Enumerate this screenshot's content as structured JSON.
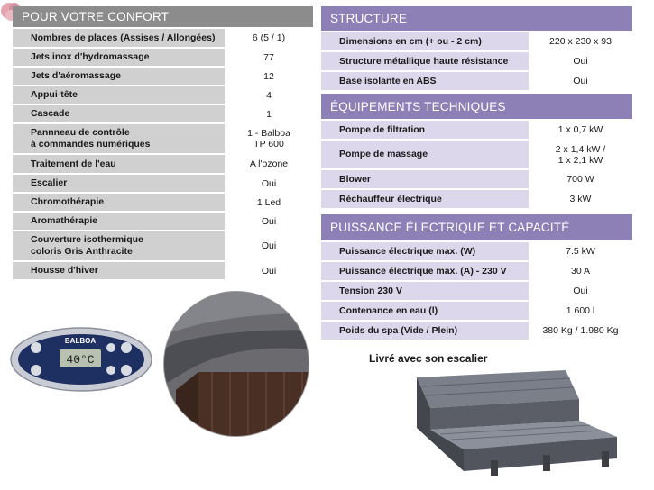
{
  "left_table": {
    "title": "POUR VOTRE CONFORT",
    "rows": [
      {
        "label": "Nombres de places (Assises / Allongées)",
        "value": "6 (5 / 1)"
      },
      {
        "label": "Jets inox d'hydromassage",
        "value": "77"
      },
      {
        "label": "Jets d'aéromassage",
        "value": "12"
      },
      {
        "label": "Appui-tête",
        "value": "4"
      },
      {
        "label": "Cascade",
        "value": "1"
      },
      {
        "label": "Pannneau de contrôle\nà commandes numériques",
        "value": "1 - Balboa\nTP 600"
      },
      {
        "label": "Traitement de l'eau",
        "value": "A l'ozone"
      },
      {
        "label": "Escalier",
        "value": "Oui"
      },
      {
        "label": "Chromothérapie",
        "value": "1 Led"
      },
      {
        "label": "Aromathérapie",
        "value": "Oui"
      },
      {
        "label": "Couverture isothermique\ncoloris Gris Anthracite",
        "value": "Oui"
      },
      {
        "label": "Housse d'hiver",
        "value": "Oui"
      }
    ]
  },
  "structure_table": {
    "title": "STRUCTURE",
    "rows": [
      {
        "label": "Dimensions en cm (+ ou - 2 cm)",
        "value": "220 x 230 x 93"
      },
      {
        "label": "Structure métallique haute résistance",
        "value": "Oui"
      },
      {
        "label": "Base isolante en ABS",
        "value": "Oui"
      }
    ]
  },
  "equipment_table": {
    "title": "ÉQUIPEMENTS TECHNIQUES",
    "rows": [
      {
        "label": "Pompe de filtration",
        "value": "1 x 0,7 kW"
      },
      {
        "label": "Pompe de massage",
        "value": "2 x 1,4 kW /\n1 x 2,1 kW"
      },
      {
        "label": "Blower",
        "value": "700 W"
      },
      {
        "label": "Réchauffeur électrique",
        "value": "3 kW"
      }
    ]
  },
  "power_table": {
    "title": "PUISSANCE ÉLECTRIQUE ET CAPACITÉ",
    "rows": [
      {
        "label": "Puissance électrique max. (W)",
        "value": "7.5 kW"
      },
      {
        "label": "Puissance électrique max. (A) - 230 V",
        "value": "30 A"
      },
      {
        "label": "Tension 230 V",
        "value": "Oui"
      },
      {
        "label": "Contenance en eau (l)",
        "value": "1 600 l"
      },
      {
        "label": "Poids du spa (Vide / Plein)",
        "value": "380 Kg / 1.980 Kg"
      }
    ]
  },
  "control_panel": {
    "brand": "BALBOA",
    "display": "40°C"
  },
  "stairs_caption": "Livré avec son escalier"
}
